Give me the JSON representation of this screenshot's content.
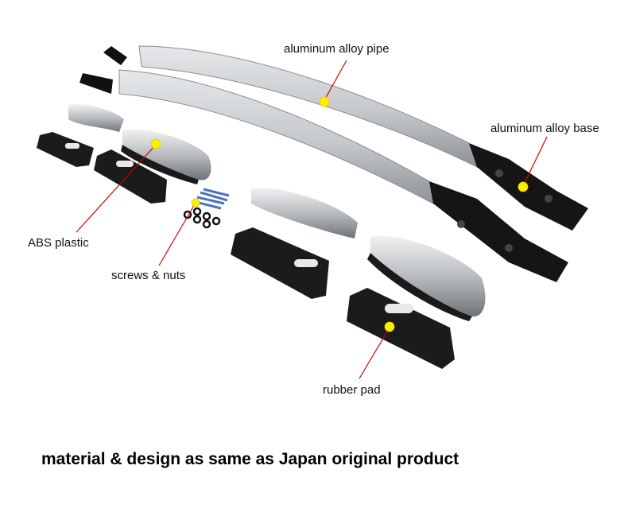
{
  "labels": {
    "pipe": "aluminum alloy pipe",
    "base": "aluminum alloy base",
    "abs": "ABS plastic",
    "screws": "screws & nuts",
    "rubber": "rubber pad"
  },
  "caption": "material & design as same as Japan original product",
  "colors": {
    "marker": "#ffee00",
    "leader": "#cc0000",
    "silver": "#c9ccd0",
    "black": "#141414"
  }
}
